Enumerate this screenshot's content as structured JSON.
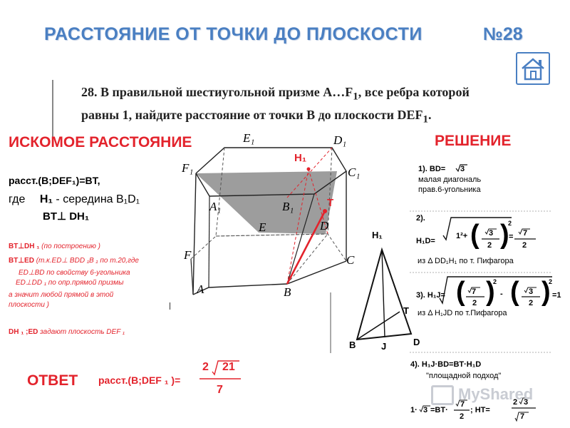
{
  "header": {
    "title": "РАССТОЯНИЕ  ОТ  ТОЧКИ  ДО  ПЛОСКОСТИ",
    "number": "№28"
  },
  "problem": {
    "text_1": "28. В правильной шестиугольной призме A…F",
    "sub_1": "1",
    "text_2": ", все ребра которой",
    "text_3": "равны 1, найдите расстояние от точки B до плоскости DEF",
    "sub_2": "1",
    "text_4": "."
  },
  "left": {
    "heading": "ИСКОМОЕ РАССТОЯНИЕ",
    "line1": "расст.(B;DEF₁)=BT,",
    "line2_a": "где",
    "line2_b": "H₁",
    "line2_c": " - середина  B₁D₁",
    "line3": "BT⊥ DH₁",
    "notes": [
      {
        "a": "BT⊥DH ₁",
        "b": "  (по построению )"
      },
      {
        "a": "BT⊥ED",
        "b": "  (т.к.ED⊥ BDD ₁B ₁  по т.20,где"
      },
      {
        "a": "",
        "b": "ED⊥BD по свойству 6-угольника"
      },
      {
        "a": "",
        "b": "ED⊥DD ₁  по опр.прямой призмы"
      },
      {
        "a": "",
        "b": "а  значит любой прямой в этой"
      },
      {
        "a": "",
        "b": "плоскости )"
      },
      {
        "a": "DH ₁ ;ED",
        "b": " задают  плоскость DEF ₁"
      }
    ]
  },
  "answer": {
    "label": "ОТВЕТ",
    "expr": "расст.(B;DEF ₁ )=",
    "num": "2",
    "num_rad": "21",
    "den": "7"
  },
  "solution": {
    "heading": "РЕШЕНИЕ",
    "s1_line1": "1). BD=",
    "s1_rad": "3",
    "s1_line2": "малая диагональ",
    "s1_line3": "прав.6-угольника",
    "s2_num": "2).",
    "s2_lhs": "H₁D=",
    "s2_in1": "1²+",
    "s2_rad3": "3",
    "s2_two": "2",
    "s2_eq": "=",
    "s2_rad7": "7",
    "s2_den": "2",
    "s2_from": "из  Δ DD₁H₁ по т. Пифагора",
    "s3_lhs": "3). H₁J=",
    "s3_rad7": "7",
    "s3_two1": "2",
    "s3_minus": "-",
    "s3_rad3": "3",
    "s3_two2": "2",
    "s3_res": "=1",
    "s3_from": "из  Δ H₁JD по т.Пифагора",
    "s4_line1": "4).  H₁J·BD=BT·H₁D",
    "s4_line2": "\"площадной подход\"",
    "s4_l3a": "1·",
    "s4_l3rad": "3",
    "s4_l3b": "=BT·",
    "s4_l3rad7": "7",
    "s4_l3den": "2",
    "s4_l3c": " ;   HT=",
    "s4_l3num": "2",
    "s4_l3numrad": "3",
    "s4_l3den2rad": "7"
  },
  "figure_labels": {
    "E1": "E₁",
    "D1": "D₁",
    "F1": "F₁",
    "C1": "C₁",
    "A1": "A₁",
    "B1": "B₁",
    "H1": "H₁",
    "T": "T",
    "E": "E",
    "D": "D",
    "F": "F",
    "C": "C",
    "A": "A",
    "B": "B"
  },
  "triangle_labels": {
    "H1": "H₁",
    "T": "T",
    "B": "B",
    "J": "J",
    "D": "D"
  },
  "watermark": "MyShared",
  "colors": {
    "title": "#4a7fc2",
    "accent": "#e3232c",
    "plane": "#8c8c8c"
  },
  "icons": {
    "home": "home-icon"
  }
}
